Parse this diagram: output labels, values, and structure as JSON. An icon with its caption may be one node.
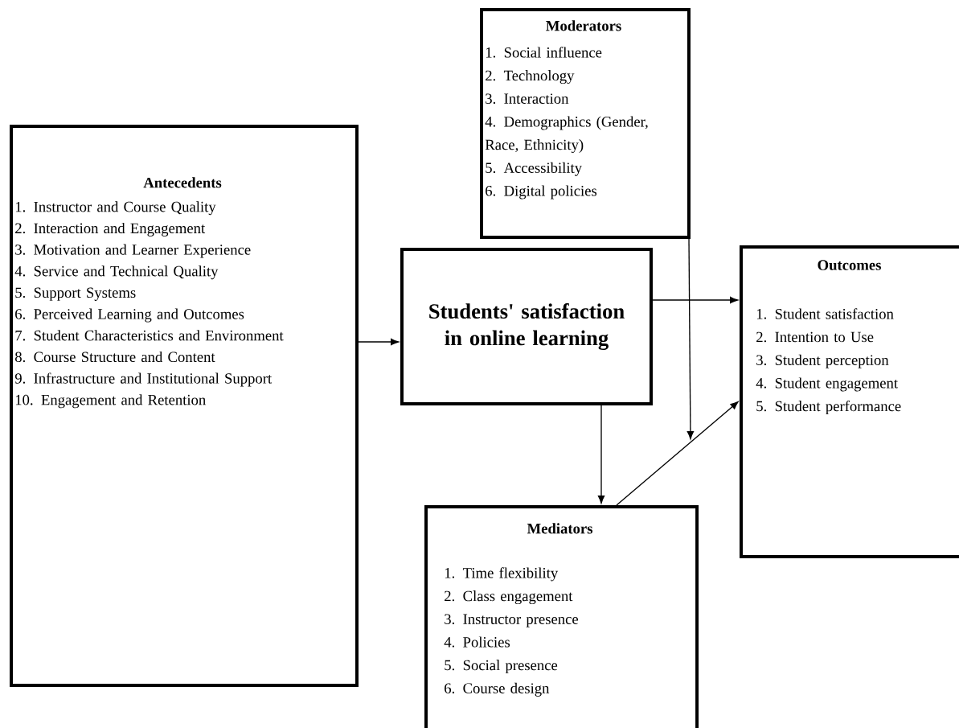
{
  "diagram": {
    "nodes": [
      {
        "text": [
          "Antecedents",
          "1. Instructor and Course Quality",
          "2. Interaction and Engagement",
          "3. Motivation and Learner Experience",
          "4. Service and Technical Quality",
          "5. Support Systems",
          "6. Perceived Learning and Outcomes",
          "7. Student Characteristics and Environment",
          "8. Course Structure and Content",
          "9. Infrastructure and Institutional Support",
          "10. Engagement and Retention"
        ]
      },
      {
        "text": [
          "Moderators",
          "1. Social influence",
          "2. Technology",
          "3. Interaction",
          "4. Demographics (Gender, Race, Ethnicity)",
          "5. Accessibility",
          "6. Digital policies"
        ]
      },
      {
        "text": [
          "Students' satisfaction in online learning"
        ]
      },
      {
        "text": [
          "Outcomes",
          "1. Student satisfaction",
          "2. Intention to Use",
          "3. Student perception",
          "4. Student engagement",
          "5. Student performance"
        ]
      },
      {
        "text": [
          "Mediators",
          "1. Time flexibility",
          "2. Class engagement",
          "3. Instructor presence",
          "4. Policies",
          "5. Social presence",
          "6. Course design"
        ]
      }
    ],
    "edges": [
      {
        "from": 0,
        "to": 2,
        "arrow": "to"
      },
      {
        "from": 2,
        "to": 3,
        "arrow": "to"
      },
      {
        "from": 2,
        "to": 4,
        "arrow": "to"
      },
      {
        "from": 4,
        "to": 3,
        "arrow": "to"
      },
      {
        "from": 1,
        "to": null,
        "arrow": "to"
      }
    ]
  }
}
